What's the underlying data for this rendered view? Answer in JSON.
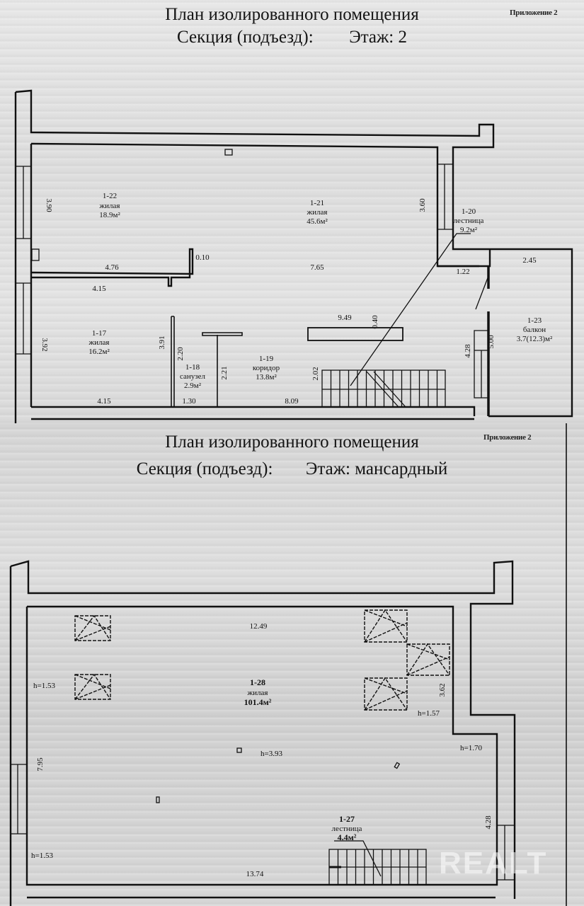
{
  "plan_floor2": {
    "title": "План изолированного помещения",
    "subtitle_section": "Секция (подъезд):",
    "subtitle_floor": "Этаж: 2",
    "annex": "Приложение 2",
    "rooms": [
      {
        "id": "1-22",
        "type": "жилая",
        "area": "18.9м²"
      },
      {
        "id": "1-21",
        "type": "жилая",
        "area": "45.6м²"
      },
      {
        "id": "1-20",
        "type": "лестница",
        "area": "9.2м²"
      },
      {
        "id": "1-17",
        "type": "жилая",
        "area": "16.2м²"
      },
      {
        "id": "1-18",
        "type": "санузел",
        "area": "2.9м²"
      },
      {
        "id": "1-19",
        "type": "коридор",
        "area": "13.8м²"
      },
      {
        "id": "1-23",
        "type": "балкон",
        "area": "3.7(12.3)м²"
      }
    ],
    "dimensions": {
      "d390": "3.90",
      "d360": "3.60",
      "d476": "4.76",
      "d010": "0.10",
      "d765": "7.65",
      "d415a": "4.15",
      "d122": "1.22",
      "d245": "2.45",
      "d392": "3.92",
      "d391": "3.91",
      "d220": "2.20",
      "d221": "2.21",
      "d949": "9.49",
      "d040": "0.40",
      "d202": "2.02",
      "d428": "4.28",
      "d500": "5.00",
      "d415b": "4.15",
      "d130": "1.30",
      "d809": "8.09"
    }
  },
  "plan_attic": {
    "title": "План изолированного помещения",
    "subtitle_section": "Секция (подъезд):",
    "subtitle_floor": "Этаж: мансардный",
    "annex": "Приложение 2",
    "rooms": [
      {
        "id": "1-28",
        "type": "жилая",
        "area": "101.4м²"
      },
      {
        "id": "1-27",
        "type": "лестница",
        "area": "4.4м²"
      }
    ],
    "dimensions": {
      "d1249": "12.49",
      "d362": "3.62",
      "d795": "7.95",
      "d428": "4.28",
      "d1374": "13.74"
    },
    "heights": {
      "h153a": "h=1.53",
      "h157": "h=1.57",
      "h170": "h=1.70",
      "h393": "h=3.93",
      "h153b": "h=1.53"
    }
  },
  "watermark": "REALT"
}
